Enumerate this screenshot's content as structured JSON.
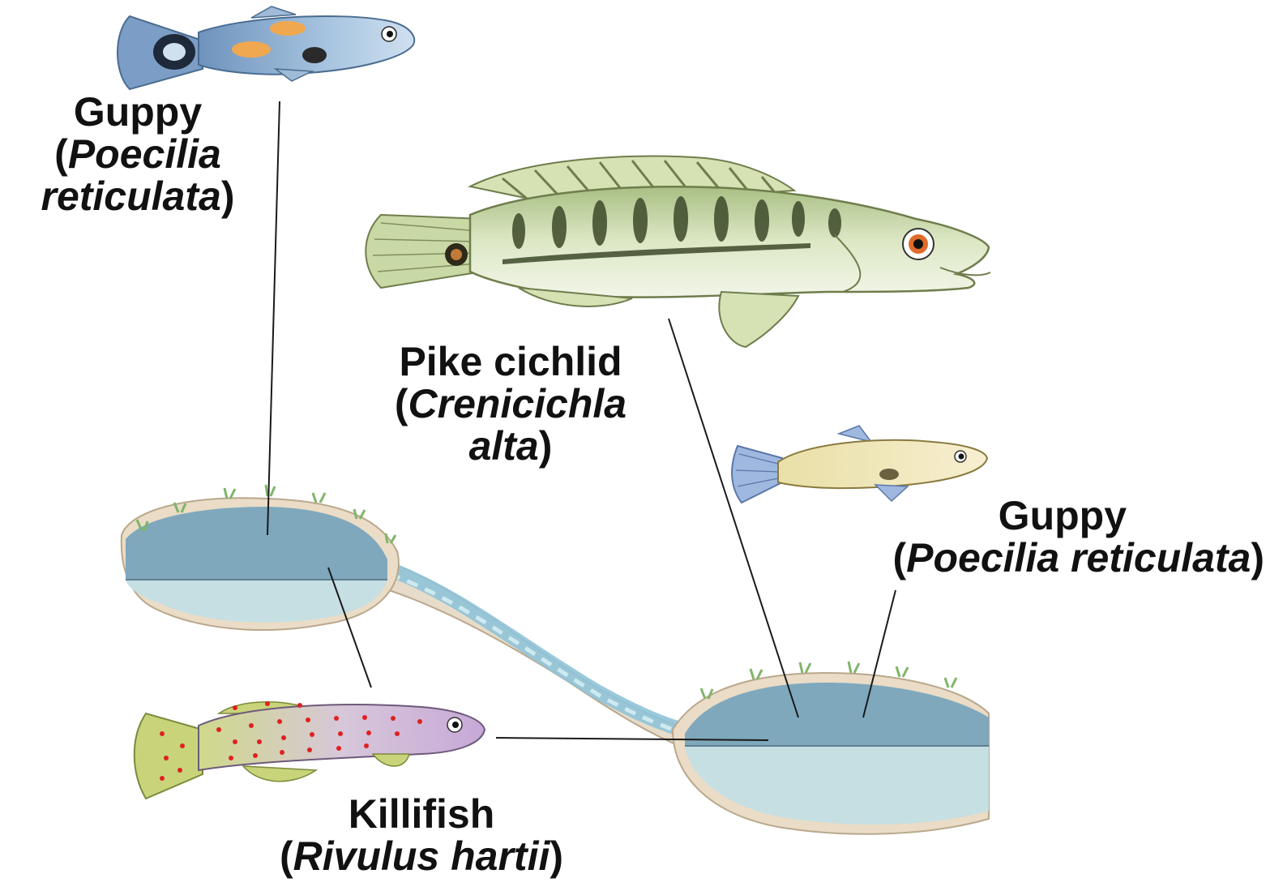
{
  "species": {
    "guppy_upstream": {
      "common_name": "Guppy",
      "scientific_line1": "Poecilia",
      "scientific_line2": "reticulata"
    },
    "pike_cichlid": {
      "common_name": "Pike cichlid",
      "scientific_line1": "Crenicichla",
      "scientific_line2": "alta"
    },
    "guppy_downstream": {
      "common_name": "Guppy",
      "scientific_name": "Poecilia reticulata"
    },
    "killifish": {
      "common_name": "Killifish",
      "scientific_name": "Rivulus hartii"
    }
  },
  "colors": {
    "pool_top": "#7fa8bd",
    "pool_bottom": "#c6dfe3",
    "bank": "#eadcc6",
    "grass": "#7fb56a",
    "stream": "#8fc3d8",
    "leader_line": "#1a1a1a",
    "guppy_blue": "#8fb3d6",
    "guppy_spot_orange": "#f0a850",
    "cichlid_green": "#c9d9a6",
    "killifish_spot_red": "#e02020",
    "guppy_yellow": "#f0e6b0"
  }
}
